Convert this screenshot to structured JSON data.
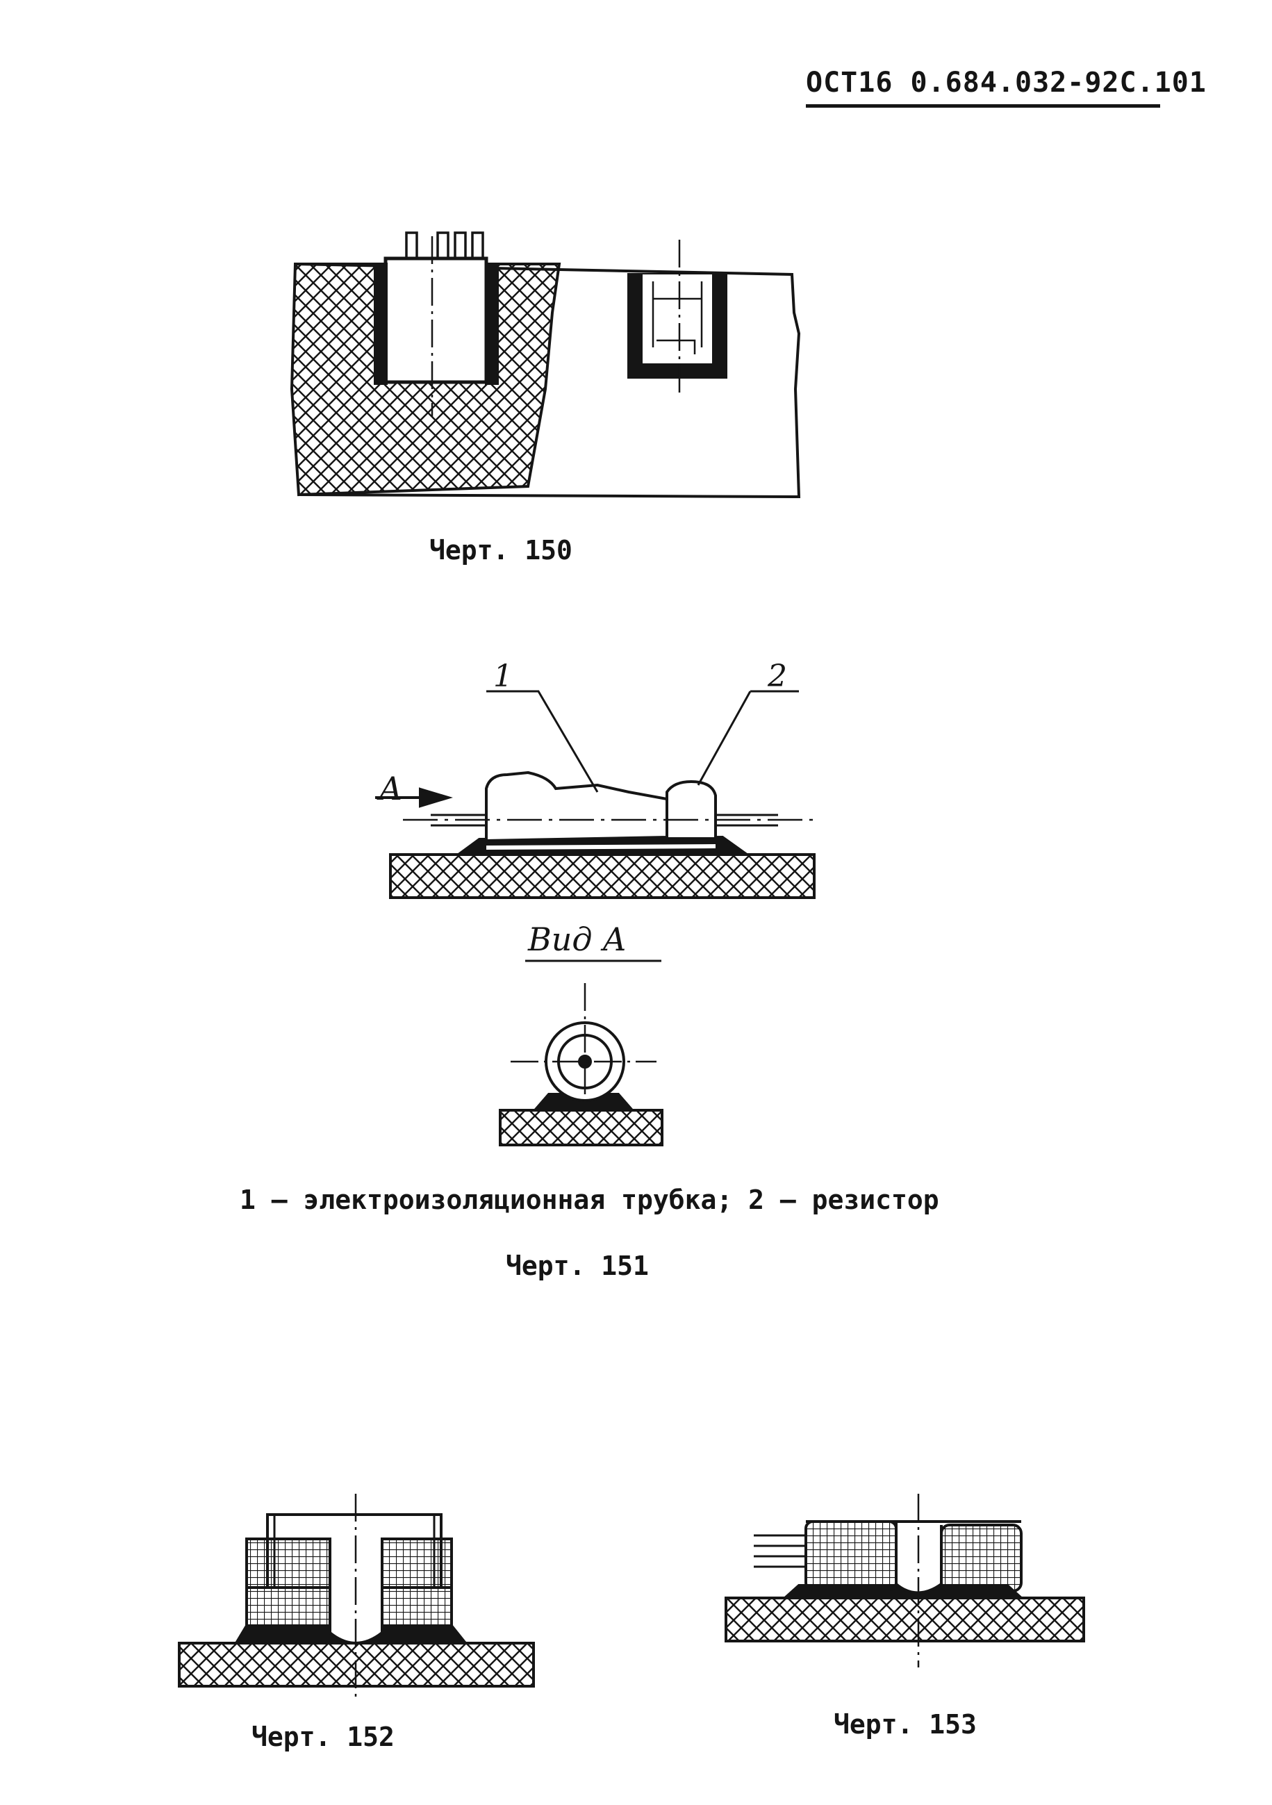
{
  "header": {
    "doc_code": "ОСТ16 0.684.032-92С.101"
  },
  "figure_150": {
    "caption": "Черт. 150"
  },
  "figure_151": {
    "arrow_label": "А",
    "callout_1": "1",
    "callout_2": "2",
    "view_label": "Вид А",
    "legend": "1 – электроизоляционная трубка;  2 – резистор",
    "caption": "Черт. 151"
  },
  "figure_152": {
    "caption": "Черт. 152"
  },
  "figure_153": {
    "caption": "Черт. 153"
  },
  "colors": {
    "ink": "#151515",
    "paper": "#ffffff"
  }
}
